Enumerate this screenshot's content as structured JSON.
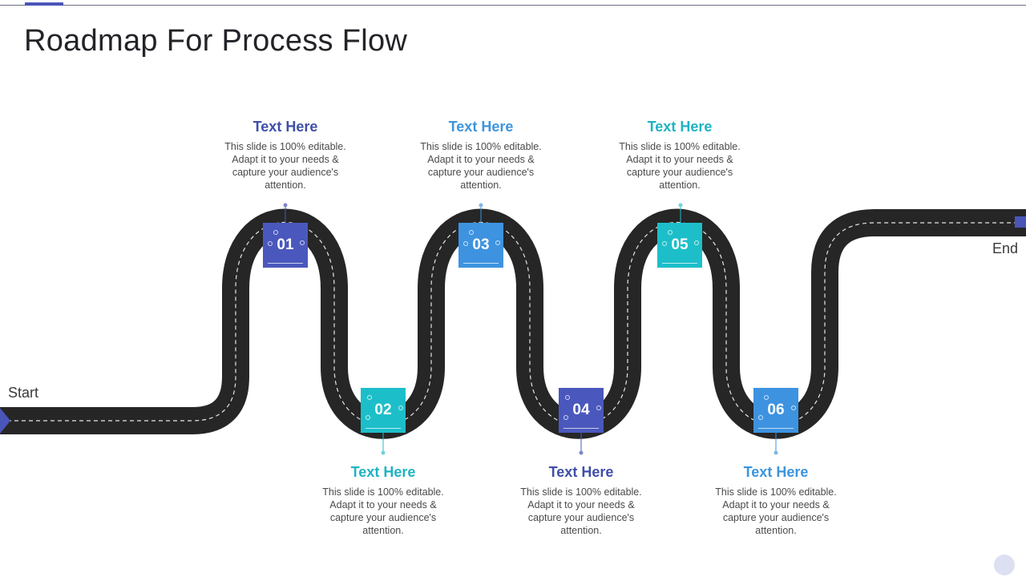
{
  "title": "Roadmap For Process Flow",
  "start_label": "Start",
  "end_label": "End",
  "colors": {
    "indigo": "#4a58bd",
    "blue": "#3d93e0",
    "teal": "#1cbfc9",
    "road": "#262626",
    "accent": "#4a55b8"
  },
  "steps": [
    {
      "number": "01",
      "heading": "Text Here",
      "body": "This slide is 100% editable. Adapt it to your needs & capture your audience's attention.",
      "color": "#4a58bd",
      "heading_color": "#3f4fa8"
    },
    {
      "number": "02",
      "heading": "Text Here",
      "body": "This slide is 100% editable. Adapt it to your needs & capture your audience's attention.",
      "color": "#1cbfc9",
      "heading_color": "#1fb3c2"
    },
    {
      "number": "03",
      "heading": "Text Here",
      "body": "This slide is 100% editable. Adapt it to your needs & capture your audience's attention.",
      "color": "#3d93e0",
      "heading_color": "#3c95dc"
    },
    {
      "number": "04",
      "heading": "Text Here",
      "body": "This slide is 100% editable. Adapt it to your needs & capture your audience's attention.",
      "color": "#4a58bd",
      "heading_color": "#3f4fa8"
    },
    {
      "number": "05",
      "heading": "Text Here",
      "body": "This slide is 100% editable. Adapt it to your needs & capture your audience's attention.",
      "color": "#1cbfc9",
      "heading_color": "#1fb3c2"
    },
    {
      "number": "06",
      "heading": "Text Here",
      "body": "This slide is 100% editable. Adapt it to your needs & capture your audience's attention.",
      "color": "#3d93e0",
      "heading_color": "#3c95dc"
    }
  ]
}
